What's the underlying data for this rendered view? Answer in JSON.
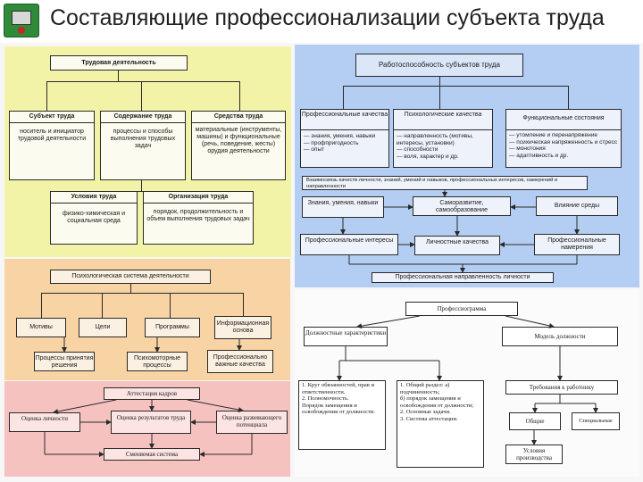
{
  "header": {
    "title": "Составляющие профессионализации субъекта труда",
    "logo": "computer-logo-icon"
  },
  "labor_activity": {
    "root": "Трудовая деятельность",
    "subject": {
      "title": "Субъект труда",
      "text": "носитель и инициатор трудовой деятельности"
    },
    "content": {
      "title": "Содержание труда",
      "text": "процессы и способы выполнения трудовых задач"
    },
    "means": {
      "title": "Средства труда",
      "text": "материальные (инструменты, машины) и функциональные (речь, поведение, жесты) орудия деятельности"
    },
    "conditions": {
      "title": "Условия труда",
      "text": "физико-химическая и социальная среда"
    },
    "organization": {
      "title": "Организация труда",
      "text": "порядок, продолжительность и объем выполнения трудовых задач"
    }
  },
  "work_capacity": {
    "root": "Работоспособность субъектов труда",
    "professional": {
      "title": "Профессиональные качества",
      "items": [
        "— знания, умения, навыки",
        "— профпригодность",
        "— опыт"
      ]
    },
    "psychological": {
      "title": "Психологические качества",
      "items": [
        "— направленность (мотивы, интересы, установки)",
        "— способности",
        "— воля, характер и др."
      ]
    },
    "functional": {
      "title": "Функциональные состояния",
      "items": [
        "— утомление и перенапряжение",
        "— психическая напряженность и стресс",
        "— монотония",
        "— адаптивность и др."
      ]
    }
  },
  "competence": {
    "top": "Взаимосвязь качеств личности, знаний, умений и навыков, профессиональных интересов, намерений и направленности",
    "knowledge": "Знания, умения, навыки",
    "self_dev": "Саморазвитие, самообразование",
    "environment": "Влияние среды",
    "prof_interests": "Профессиональные интересы",
    "personal": "Личностные качества",
    "intentions": "Профессиональные намерения",
    "bottom": "Профессиональная направленность личности"
  },
  "psych_system": {
    "root": "Психологическая система деятельности",
    "motives": "Мотивы",
    "goals": "Цели",
    "programs": "Программы",
    "info_basis": "Информационная основа",
    "decisions": "Процессы принятия решения",
    "psychomotor": "Психомоторные процессы",
    "prof_qualities": "Профессионально важные качества"
  },
  "certification": {
    "root": "Аттестация кадров",
    "personality": "Оценка личности",
    "results": "Оценка результатов труда",
    "potential": "Оценка развивающего потенциала",
    "system": "Сменяемая система"
  },
  "professiogram": {
    "root": "Профессиограмма",
    "job_char": "Должностные характеристики",
    "job_model": "Модель должности",
    "duties": [
      "1. Круг обязанностей, прав и ответственности.",
      "2. Полномочность.",
      "Порядок замещения и освобождения от должности."
    ],
    "general": [
      "1. Общий раздел: а) подчиненность;",
      "б) порядок замещения и освобождения от должности;",
      "2. Основные задачи.",
      "3. Система аттестации."
    ],
    "requirements": "Требования к работнику",
    "common": "Общие",
    "special": "Специальные",
    "conditions": "Условия производства"
  }
}
